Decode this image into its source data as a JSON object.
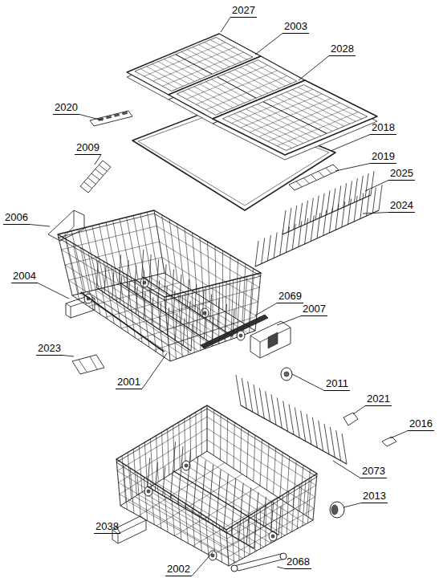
{
  "diagram": {
    "labels": [
      "2027",
      "2003",
      "2028",
      "2020",
      "2018",
      "2009",
      "2019",
      "2025",
      "2006",
      "2024",
      "2004",
      "2069",
      "2007",
      "2023",
      "2011",
      "2001",
      "2021",
      "2016",
      "2073",
      "2013",
      "2038",
      "2068",
      "2002"
    ]
  }
}
